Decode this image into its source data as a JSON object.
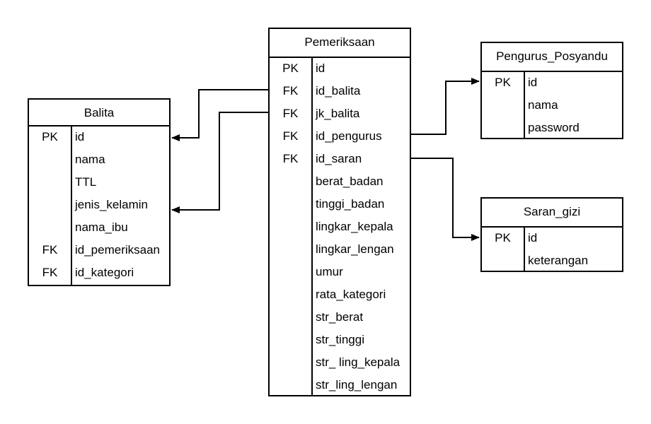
{
  "entities": {
    "balita": {
      "title": "Balita",
      "rows": [
        {
          "key": "PK",
          "field": "id"
        },
        {
          "key": "",
          "field": "nama"
        },
        {
          "key": "",
          "field": "TTL"
        },
        {
          "key": "",
          "field": "jenis_kelamin"
        },
        {
          "key": "",
          "field": "nama_ibu"
        },
        {
          "key": "FK",
          "field": "id_pemeriksaan"
        },
        {
          "key": "FK",
          "field": "id_kategori"
        }
      ]
    },
    "pemeriksaan": {
      "title": "Pemeriksaan",
      "rows": [
        {
          "key": "PK",
          "field": "id"
        },
        {
          "key": "FK",
          "field": "id_balita"
        },
        {
          "key": "FK",
          "field": "jk_balita"
        },
        {
          "key": "FK",
          "field": "id_pengurus"
        },
        {
          "key": "FK",
          "field": "id_saran"
        },
        {
          "key": "",
          "field": "berat_badan"
        },
        {
          "key": "",
          "field": "tinggi_badan"
        },
        {
          "key": "",
          "field": "lingkar_kepala"
        },
        {
          "key": "",
          "field": "lingkar_lengan"
        },
        {
          "key": "",
          "field": "umur"
        },
        {
          "key": "",
          "field": "rata_kategori"
        },
        {
          "key": "",
          "field": "str_berat"
        },
        {
          "key": "",
          "field": "str_tinggi"
        },
        {
          "key": "",
          "field": "str_ ling_kepala"
        },
        {
          "key": "",
          "field": "str_ling_lengan"
        }
      ]
    },
    "pengurus_posyandu": {
      "title": "Pengurus_Posyandu",
      "rows": [
        {
          "key": "PK",
          "field": "id"
        },
        {
          "key": "",
          "field": "nama"
        },
        {
          "key": "",
          "field": "password"
        }
      ]
    },
    "saran_gizi": {
      "title": "Saran_gizi",
      "rows": [
        {
          "key": "PK",
          "field": "id"
        },
        {
          "key": "",
          "field": "keterangan"
        }
      ]
    }
  }
}
